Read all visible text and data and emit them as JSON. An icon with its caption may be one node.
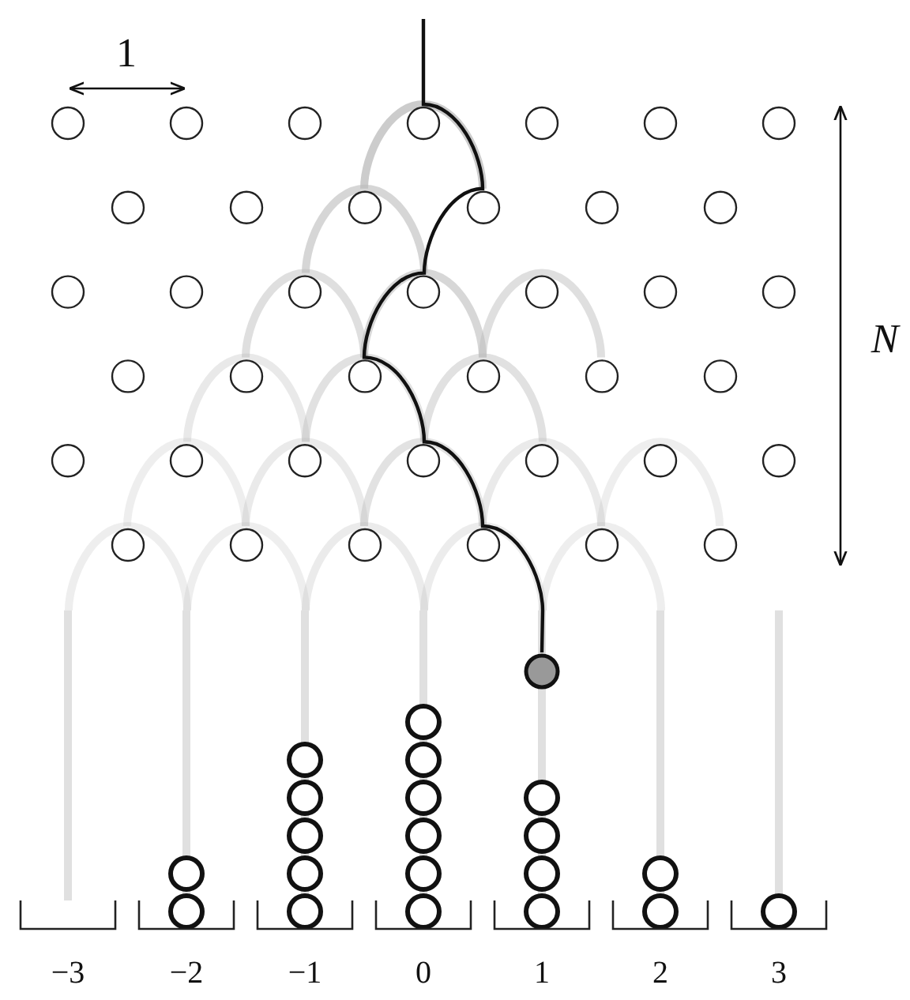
{
  "diagram": {
    "labels": [
      "1",
      "N",
      "−3",
      "−2",
      "−1",
      "0",
      "1",
      "2",
      "3"
    ]
  }
}
